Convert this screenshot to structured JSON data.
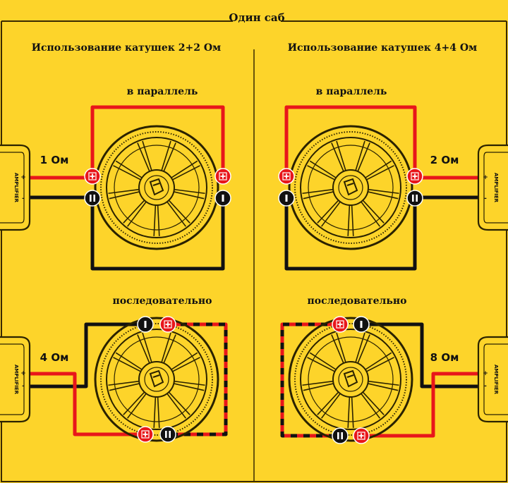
{
  "title": "Один саб",
  "colors": {
    "background": "#fdd42a",
    "frame": "#3a2a00",
    "wire_positive": "#e8161a",
    "wire_negative": "#111111",
    "speaker_stroke": "#2a2200"
  },
  "sections": {
    "left": {
      "heading": "Использование катушек 2+2 Ом"
    },
    "right": {
      "heading": "Использование катушек 4+4 Ом"
    }
  },
  "diagrams": {
    "left_parallel": {
      "label": "в параллель",
      "impedance": "1 Ом"
    },
    "right_parallel": {
      "label": "в параллель",
      "impedance": "2 Ом"
    },
    "left_series": {
      "label": "последовательно",
      "impedance": "4 Ом"
    },
    "right_series": {
      "label": "последовательно",
      "impedance": "8 Ом"
    }
  },
  "amplifier": {
    "label": "AMPLIFIER",
    "plus": "+",
    "minus": "-"
  },
  "icons": [
    "speaker-icon",
    "positive-terminal-icon",
    "negative-terminal-icon",
    "amplifier-icon"
  ]
}
